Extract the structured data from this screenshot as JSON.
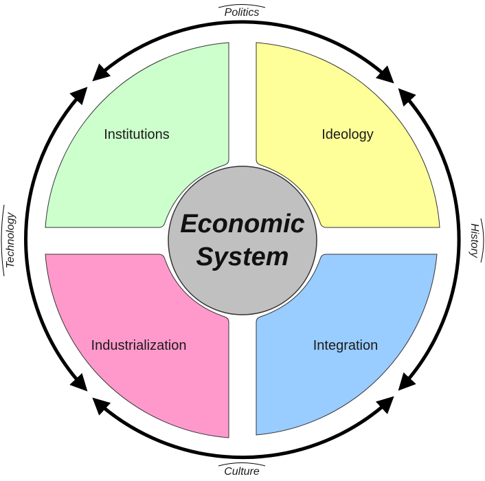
{
  "center": {
    "line1": "Economic",
    "line2": "System"
  },
  "quadrants": {
    "top_left": {
      "label": "Institutions",
      "color": "#ccffcc"
    },
    "top_right": {
      "label": "Ideology",
      "color": "#ffff99"
    },
    "bottom_left": {
      "label": "Industrialization",
      "color": "#ff99cc"
    },
    "bottom_right": {
      "label": "Integration",
      "color": "#99ccff"
    }
  },
  "outer": {
    "top": "Politics",
    "right": "History",
    "bottom": "Culture",
    "left": "Technology"
  },
  "colors": {
    "center_fill": "#c0c0c0",
    "ring": "#000000",
    "outline": "#333333"
  }
}
